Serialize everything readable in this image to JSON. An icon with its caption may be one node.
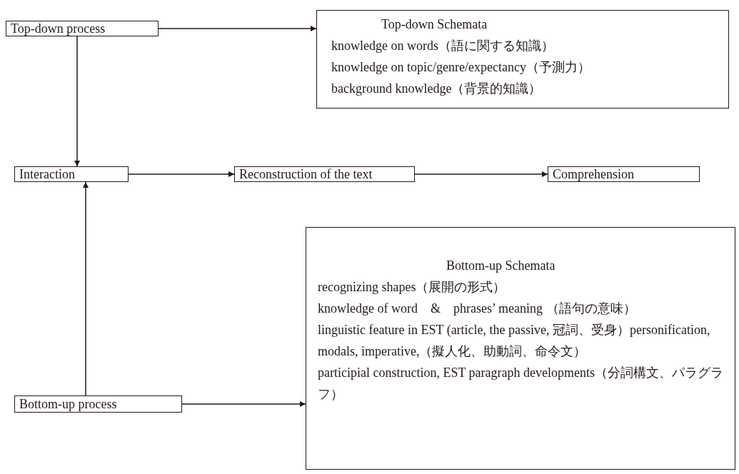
{
  "diagram": {
    "nodes": [
      {
        "text": [
          "Top-down process"
        ]
      },
      {
        "text": [
          "Top-down Schemata",
          "knowledge on words（語に関する知識）",
          "knowledge on topic/genre/expectancy（予測力）",
          "background knowledge（背景的知識）"
        ]
      },
      {
        "text": [
          "Interaction"
        ]
      },
      {
        "text": [
          "Reconstruction of the text"
        ]
      },
      {
        "text": [
          "Comprehension"
        ]
      },
      {
        "text": [
          "Bottom-up Schemata",
          "recognizing shapes（展開の形式）",
          "knowledge of word　&　phrases’ meaning （語句の意味）",
          "linguistic feature in EST (article, the passive, 冠詞、受身）personification, modals, imperative,（擬人化、助動詞、命令文）",
          "participial construction, EST paragraph developments（分詞構文、パラグラフ）"
        ]
      },
      {
        "text": [
          "Bottom-up process"
        ]
      }
    ],
    "edges": [
      {
        "from": 0,
        "to": 1,
        "arrow": "to"
      },
      {
        "from": 0,
        "to": 2,
        "arrow": "to"
      },
      {
        "from": 2,
        "to": 3,
        "arrow": "to"
      },
      {
        "from": 3,
        "to": 4,
        "arrow": "to"
      },
      {
        "from": 6,
        "to": 2,
        "arrow": "to"
      },
      {
        "from": 6,
        "to": 5,
        "arrow": "to"
      }
    ]
  }
}
